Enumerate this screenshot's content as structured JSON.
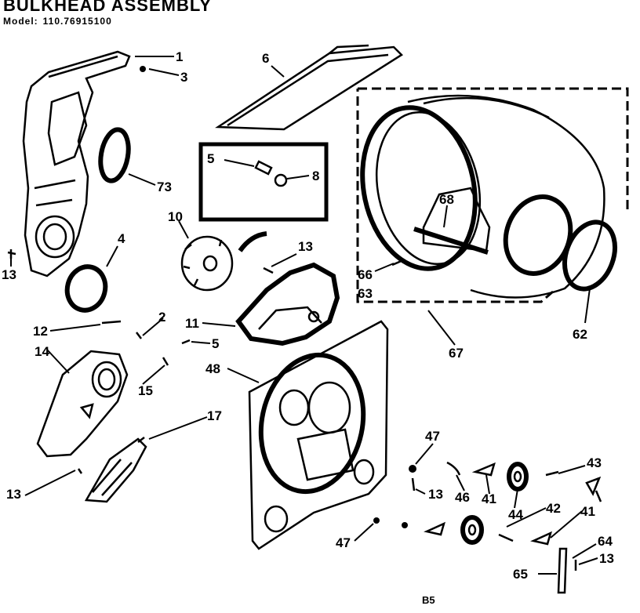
{
  "title": "BULKHEAD ASSEMBLY",
  "model_label": "Model:",
  "model_number": "110.76915100",
  "page_number": "B5",
  "callouts": {
    "c1": "1",
    "c3": "3",
    "c6": "6",
    "c73": "73",
    "c5a": "5",
    "c8": "8",
    "c10": "10",
    "c4": "4",
    "c13a": "13",
    "c13b": "13",
    "c11": "11",
    "c12": "12",
    "c2": "2",
    "c14": "14",
    "c5b": "5",
    "c15": "15",
    "c68": "68",
    "c66": "66",
    "c63": "63",
    "c62": "62",
    "c67": "67",
    "c48": "48",
    "c17": "17",
    "c13c": "13",
    "c47a": "47",
    "c13d": "13",
    "c46": "46",
    "c41a": "41",
    "c44": "44",
    "c43": "43",
    "c42": "42",
    "c41b": "41",
    "c47b": "47",
    "c64": "64",
    "c13e": "13",
    "c65": "65"
  }
}
